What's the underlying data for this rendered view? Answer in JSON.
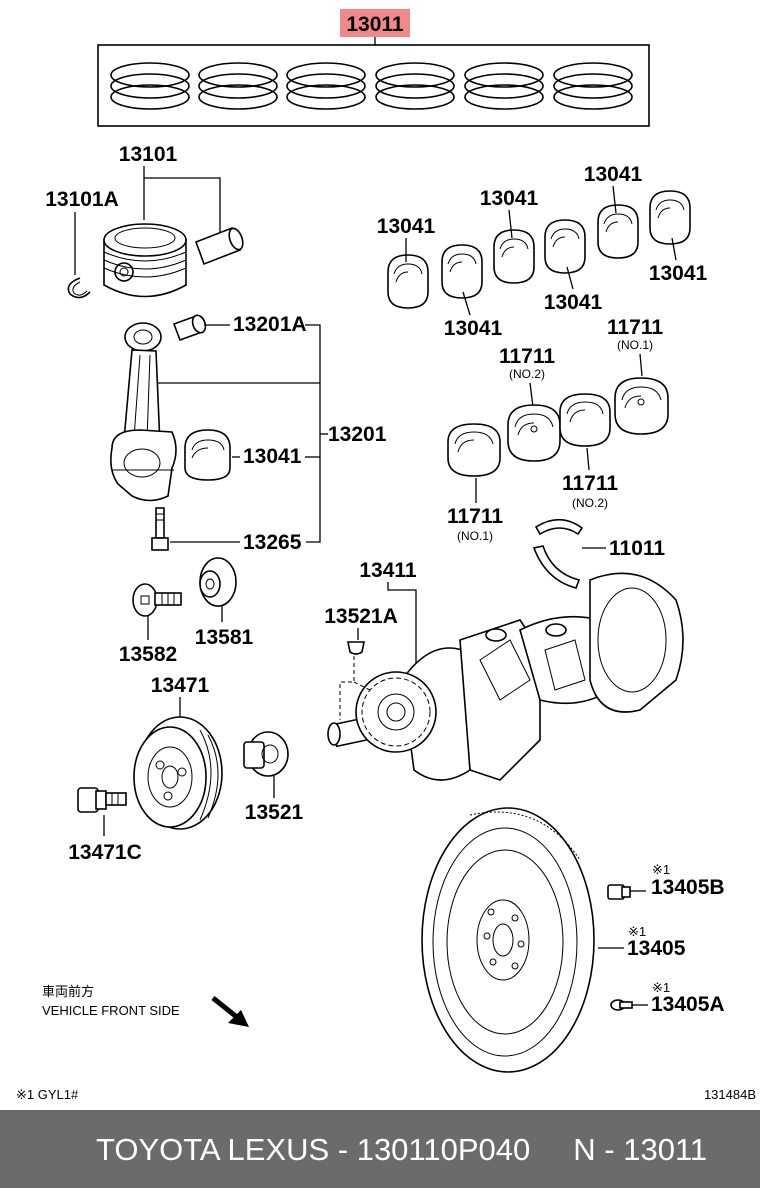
{
  "diagram": {
    "highlight_color": "#f08a8a",
    "labels": {
      "p13011": "13011",
      "p13101": "13101",
      "p13101a": "13101A",
      "p13201a": "13201A",
      "p13201": "13201",
      "p13041_conrod": "13041",
      "p13265": "13265",
      "p13041_a": "13041",
      "p13041_b": "13041",
      "p13041_c": "13041",
      "p13041_d": "13041",
      "p13041_e": "13041",
      "p13041_f": "13041",
      "p11711_a": "11711",
      "p11711_b": "11711",
      "p11711_c": "11711",
      "p11711_d": "11711",
      "p11011": "11011",
      "p13411": "13411",
      "p13521a": "13521A",
      "p13582": "13582",
      "p13581": "13581",
      "p13471": "13471",
      "p13471c": "13471C",
      "p13521": "13521",
      "p13405b": "13405B",
      "p13405": "13405",
      "p13405a": "13405A"
    },
    "sublabels": {
      "no1_a": "(NO.1)",
      "no2_a": "(NO.2)",
      "no2_b": "(NO.2)",
      "no1_b": "(NO.1)"
    },
    "marks": {
      "m1": "※1",
      "m2": "※1",
      "m3": "※1"
    },
    "vehicle_front_jp": "車両前方",
    "vehicle_front_en": "VEHICLE FRONT SIDE",
    "footnote": "※1 GYL1#",
    "drawing_code": "131484B"
  },
  "footer": {
    "text": "TOYOTA LEXUS - 130110P040     N - 13011",
    "bg_color": "#6b6b6b"
  }
}
